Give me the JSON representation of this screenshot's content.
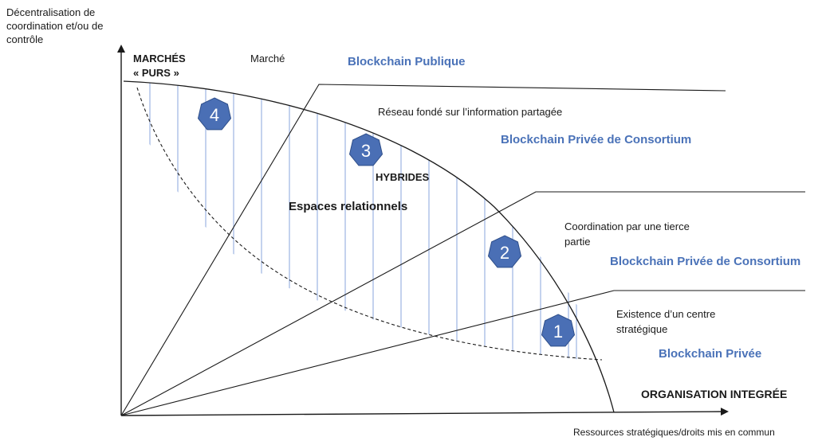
{
  "axes": {
    "y_label_lines": [
      "Décentralisation de",
      "coordination et/ou de",
      "contrôle"
    ],
    "x_label": "Ressources stratégiques/droits mis en commun"
  },
  "labels": {
    "marches_purs_1": "MARCHÉS",
    "marches_purs_2": "« PURS »",
    "marche": "Marché",
    "blockchain_publique": "Blockchain Publique",
    "reseau": "Réseau fondé sur l’information partagée",
    "consortium_1": "Blockchain Privée de Consortium",
    "hybrides": "HYBRIDES",
    "espaces": "Espaces relationnels",
    "coordination_1": "Coordination par une tierce",
    "coordination_2": "partie",
    "consortium_2": "Blockchain Privée de Consortium",
    "centre_1": "Existence d’un centre",
    "centre_2": "stratégique",
    "blockchain_privee": "Blockchain Privée",
    "organisation": "ORGANISATION INTEGRÉE"
  },
  "badges": [
    {
      "number": "4"
    },
    {
      "number": "3"
    },
    {
      "number": "2"
    },
    {
      "number": "1"
    }
  ],
  "colors": {
    "badge_fill": "#4a6fb5",
    "badge_stroke": "#2f4f8a",
    "hatch": "#8aa6dc",
    "line": "#1a1a1a",
    "blue_text": "#4a72b8"
  }
}
